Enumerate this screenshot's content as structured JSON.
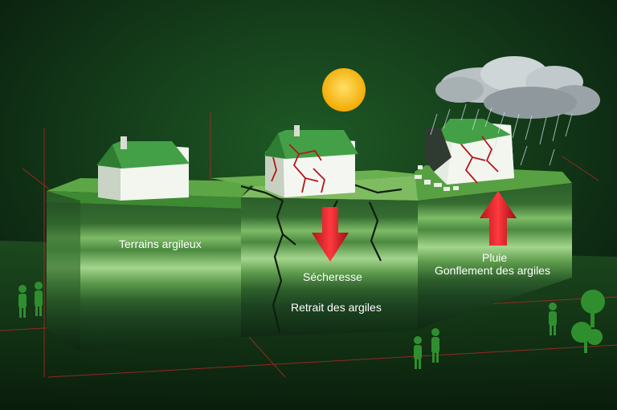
{
  "labels": {
    "block1": "Terrains argileux",
    "block2_top": "Sécheresse",
    "block2_bottom": "Retrait des argiles",
    "block3_line1": "Pluie",
    "block3_line2": "Gonflement des argiles"
  },
  "colors": {
    "background": "#0d2a12",
    "grass": "#4e9a3c",
    "soil_light": "#7fb86a",
    "soil_dark": "#1f4a22",
    "arrow_red": "#e0232a",
    "sun": "#f7b500",
    "crack": "#b3161c",
    "house_wall": "#e9efe6",
    "house_roof": "#3f9a43",
    "figure": "#2f8f2f"
  },
  "icons": {
    "sun": "sun-icon",
    "cloud": "rain-cloud-icon",
    "arrow_down": "arrow-down-icon",
    "arrow_up": "arrow-up-icon"
  }
}
